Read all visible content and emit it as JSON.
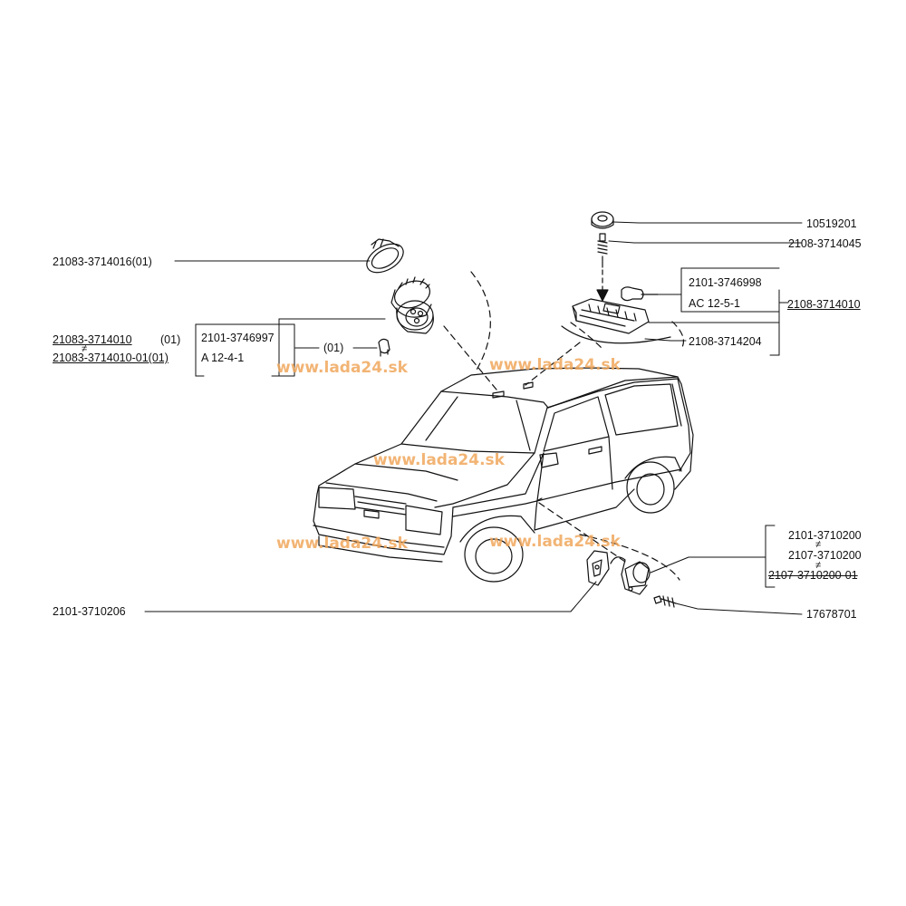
{
  "parts": {
    "p10519201": "10519201",
    "p2108_3714045": "2108-3714045",
    "p2101_3746998": "2101-3746998",
    "pAC_12_5_1": "AC 12-5-1",
    "p2108_3714010": "2108-3714010",
    "p2108_3714204": "2108-3714204",
    "p21083_3714016": "21083-3714016(01)",
    "p21083_3714010": "21083-3714010",
    "p21083_3714010_suffix": "(01)",
    "p21083_3714010_01": "21083-3714010-01(01)",
    "p2101_3746997": "2101-3746997",
    "pA_12_4_1": "A 12-4-1",
    "p01": "(01)",
    "p2101_3710200": "2101-3710200",
    "p2107_3710200": "2107-3710200",
    "p2107_3710200_01": "2107-3710200-01",
    "p2101_3710206": "2101-3710206",
    "p17678701": "17678701"
  },
  "not_equal_symbol": "≠",
  "watermark": "www.lada24.sk"
}
